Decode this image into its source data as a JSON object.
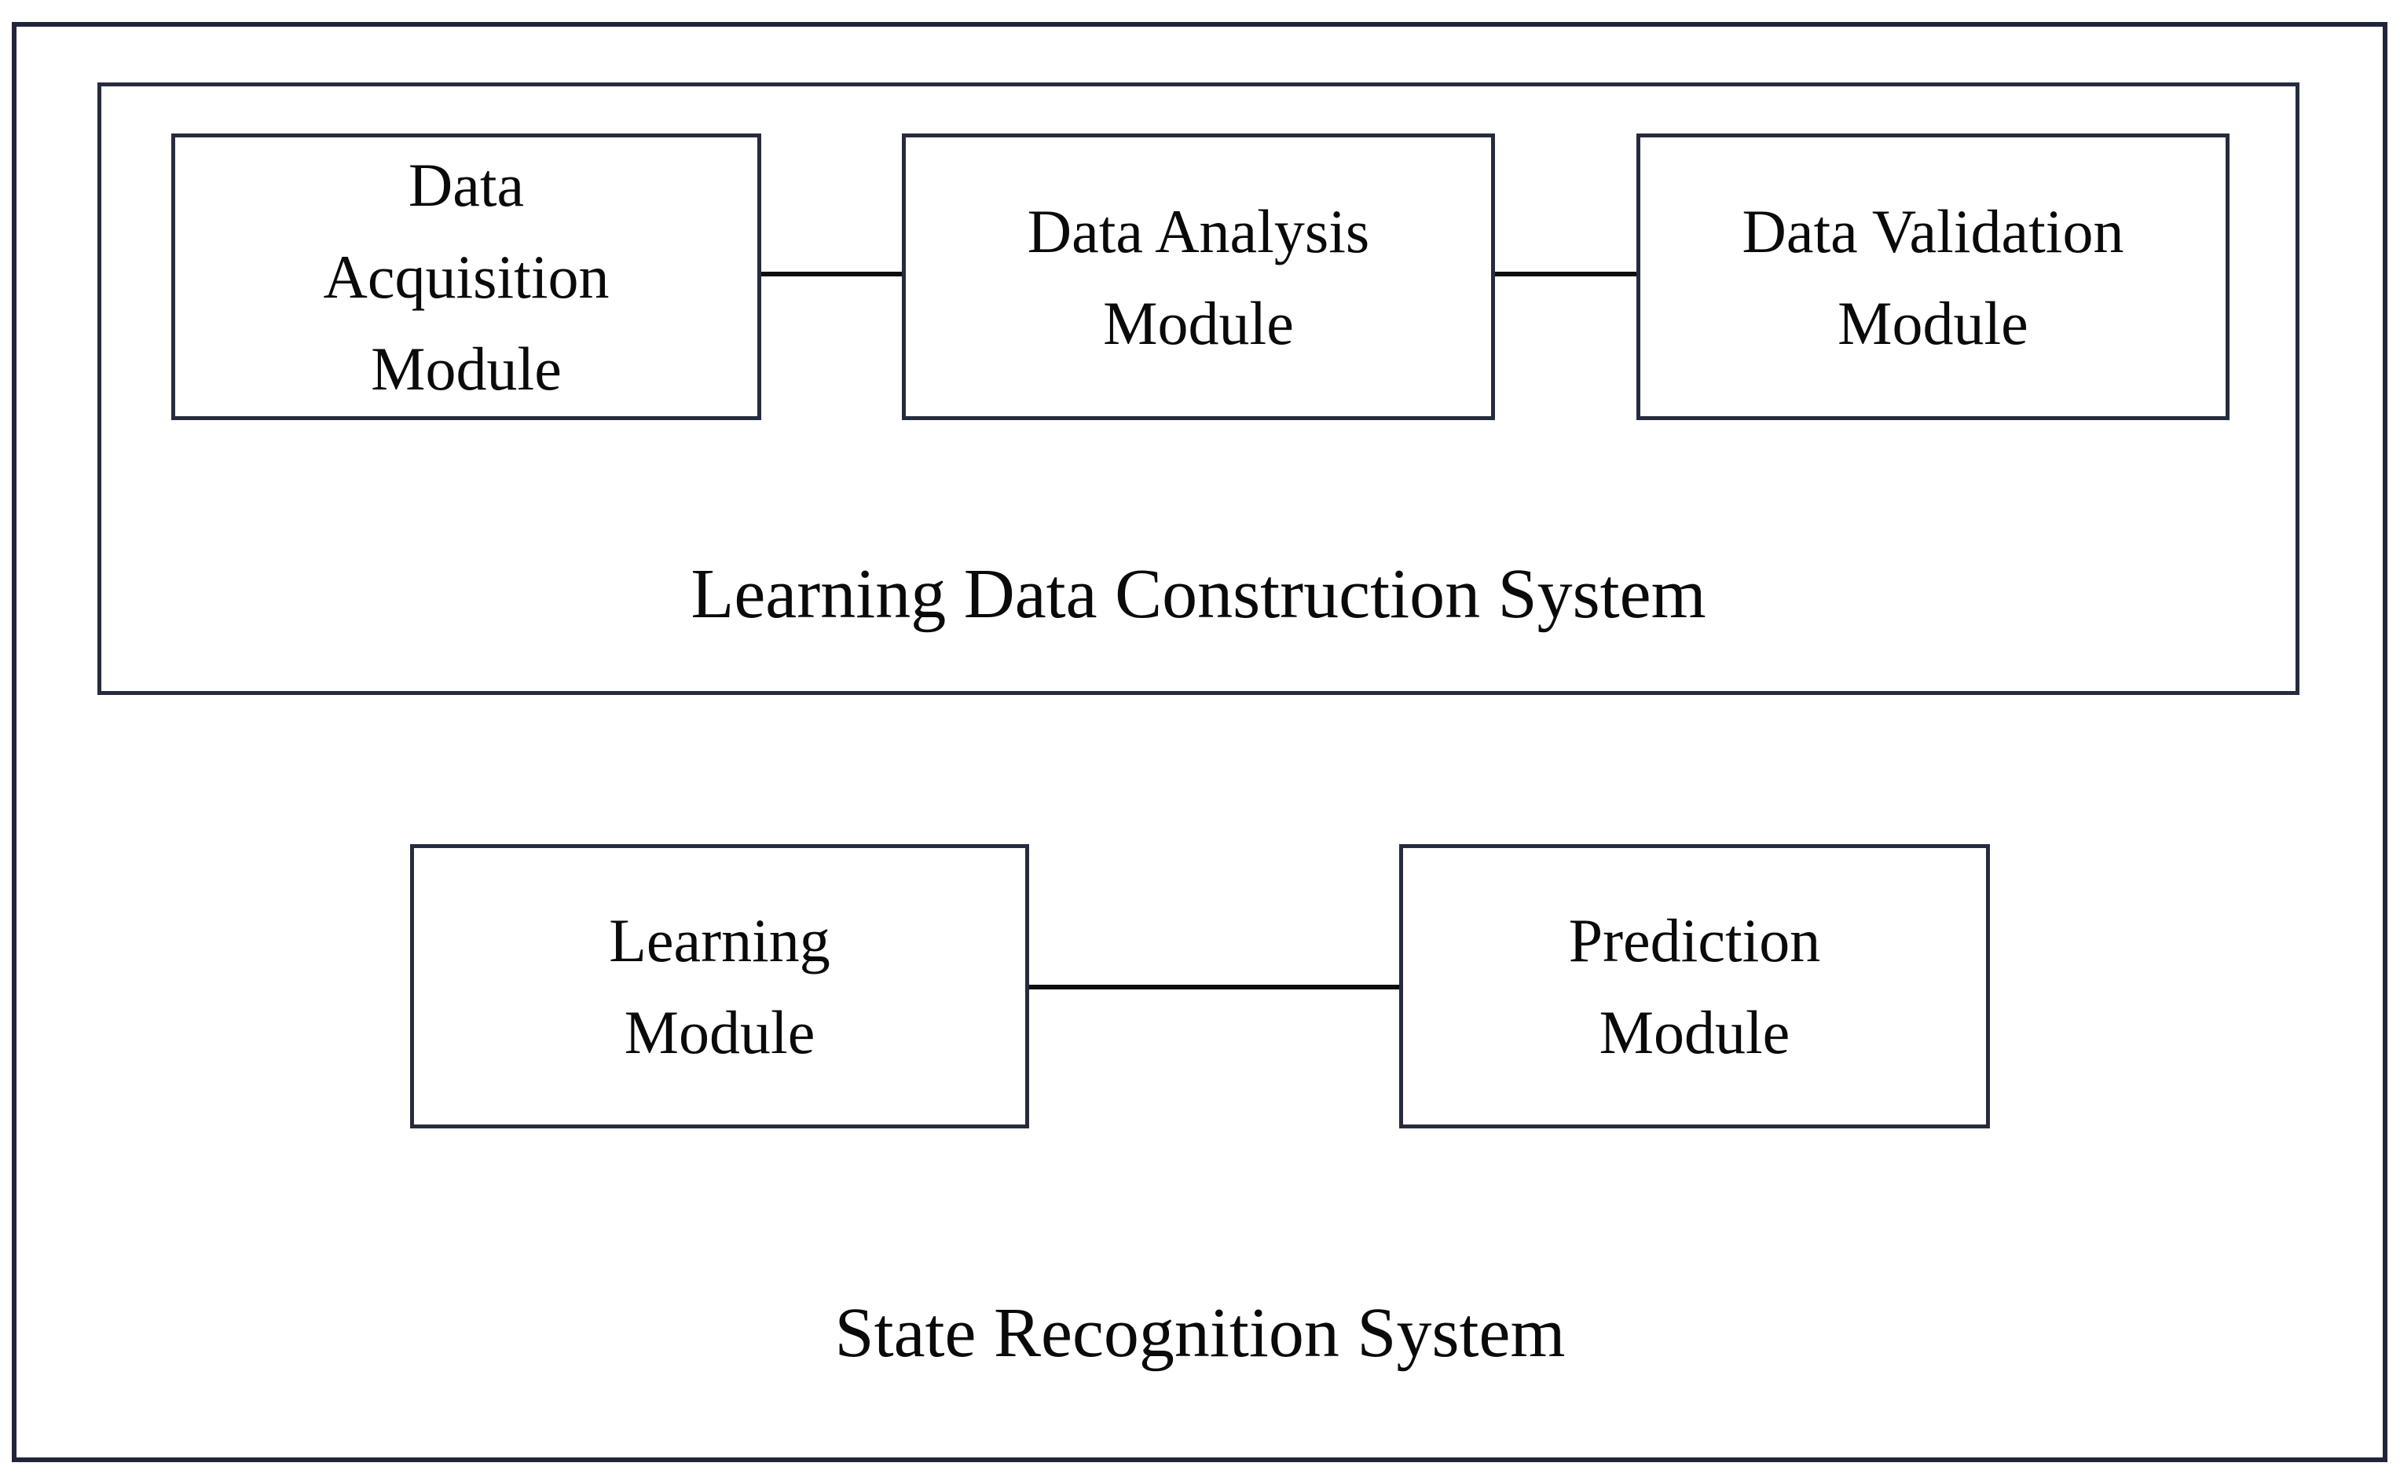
{
  "diagram": {
    "systems": {
      "learning_data_construction_label": "Learning Data Construction System",
      "state_recognition_label": "State Recognition System"
    },
    "modules": {
      "data_acquisition": "Data\nAcquisition\nModule",
      "data_analysis": "Data Analysis\nModule",
      "data_validation": "Data Validation\nModule",
      "learning": "Learning\nModule",
      "prediction": "Prediction\nModule"
    },
    "connections": [
      "Data Acquisition Module - Data Analysis Module",
      "Data Analysis Module - Data Validation Module",
      "Learning Module - Prediction Module"
    ],
    "colors": {
      "box_border": "#262c3e",
      "outer_border": "#20263a",
      "connector": "#0d0d0d",
      "text": "#0a0a0a",
      "background": "#ffffff"
    }
  }
}
